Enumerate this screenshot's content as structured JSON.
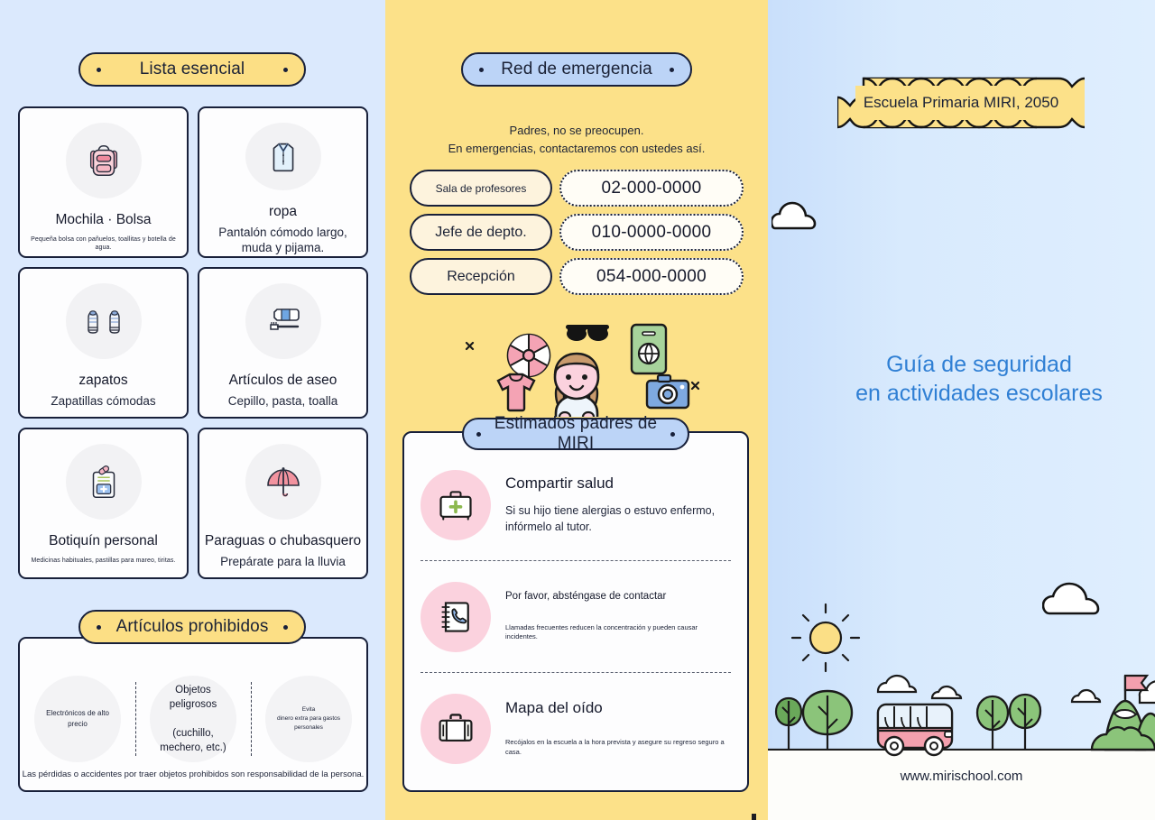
{
  "left": {
    "header": "Lista esencial",
    "items": [
      {
        "icon": "backpack-icon",
        "title": "Mochila · Bolsa",
        "sub": "Pequeña bolsa con pañuelos, toallitas y botella de agua.",
        "sub_size": "tiny"
      },
      {
        "icon": "shirt-icon",
        "title": "ropa",
        "sub": "Pantalón cómodo largo,\nmuda y pijama.",
        "sub_size": "normal"
      },
      {
        "icon": "sneakers-icon",
        "title": "zapatos",
        "sub": "Zapatillas cómodas",
        "sub_size": "normal"
      },
      {
        "icon": "toothbrush-icon",
        "title": "Artículos de aseo",
        "sub": "Cepillo, pasta, toalla",
        "sub_size": "normal"
      },
      {
        "icon": "first-aid-kit-icon",
        "title": "Botiquín personal",
        "sub": "Medicinas habituales, pastillas para mareo, tiritas.",
        "sub_size": "tiny"
      },
      {
        "icon": "umbrella-icon",
        "title": "Paraguas o chubasquero",
        "sub": "Prepárate para la lluvia",
        "sub_size": "normal"
      }
    ],
    "prohibited": {
      "header": "Artículos prohibidos",
      "cells": [
        {
          "text": "Electrónicos de alto\nprecio",
          "style": "t1"
        },
        {
          "text": "Objetos peligrosos\n\n(cuchillo, mechero, etc.)",
          "style": "t2"
        },
        {
          "text": "Evita\ndinero extra para gastos personales",
          "style": "t3"
        }
      ],
      "note": "Las pérdidas o accidentes por traer objetos prohibidos son responsabilidad de la persona."
    }
  },
  "middle": {
    "header": "Red de emergencia",
    "note": "Padres, no se preocupen.\nEn emergencias, contactaremos con ustedes así.",
    "contacts": [
      {
        "label": "Sala de profesores",
        "number": "02-000-0000",
        "label_size": "s1"
      },
      {
        "label": "Jefe de depto.",
        "number": "010-0000-0000",
        "label_size": "s2"
      },
      {
        "label": "Recepción",
        "number": "054-000-0000",
        "label_size": "s2"
      }
    ],
    "parents": {
      "header": "Estimados padres de MIRI",
      "rows": [
        {
          "icon": "medical-case-icon",
          "title": "Compartir salud",
          "title_size": "lg",
          "sub": "Si su hijo tiene alergias o estuvo enfermo,\n infórmelo al tutor.",
          "sub_size": "lg"
        },
        {
          "icon": "phone-book-icon",
          "title": "Por favor, absténgase de contactar",
          "title_size": "sm",
          "sub": "Llamadas frecuentes reducen la concentración y pueden causar incidentes.",
          "sub_size": "sm"
        },
        {
          "icon": "suitcase-icon",
          "title": "Mapa del oído",
          "title_size": "lg",
          "sub": "Recójalos en la escuela a la hora prevista y asegure su regreso seguro a casa.",
          "sub_size": "sm"
        }
      ]
    }
  },
  "right": {
    "badge": "Escuela Primaria MIRI, 2050",
    "title": "Guía de seguridad\nen actividades escolares",
    "url": "www.mirischool.com"
  },
  "colors": {
    "left_bg": "#dbe9fd",
    "mid_bg": "#fce189",
    "right_bg": "#d8eafd",
    "pill_yellow": "#fcdf85",
    "pill_blue": "#bcd4f7",
    "ink": "#18203a",
    "title_blue": "#2f7fd4",
    "pink": "#fbd2de",
    "frame_blue": "#6d9fe2"
  }
}
